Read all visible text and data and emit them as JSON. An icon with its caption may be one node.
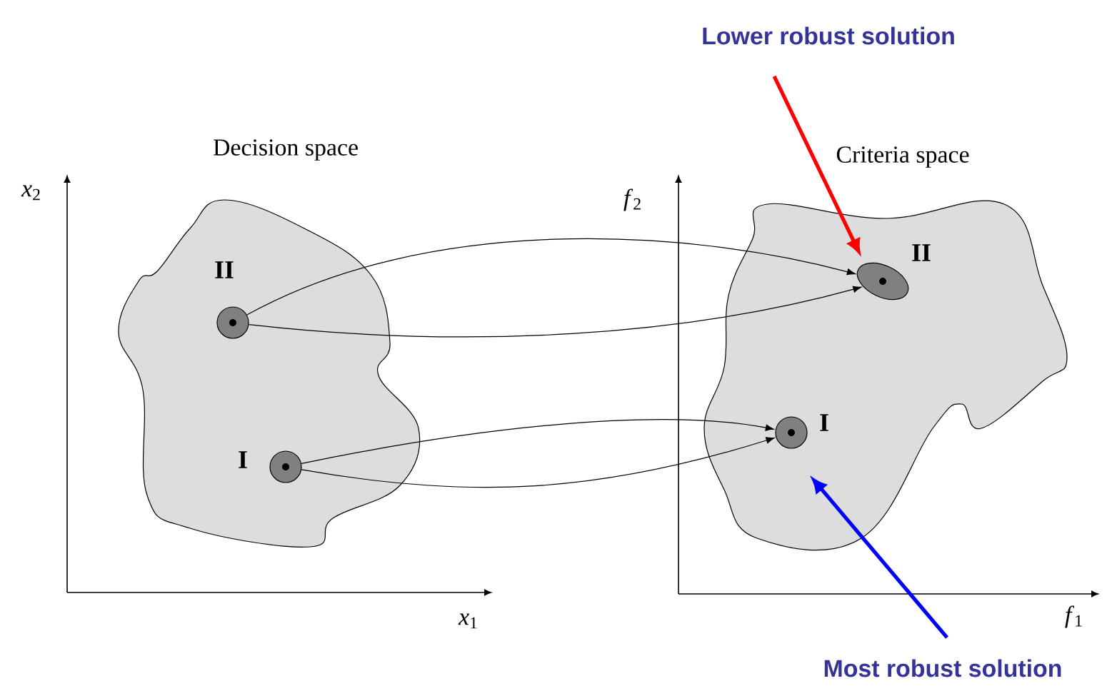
{
  "diagram": {
    "nodes": [
      {
        "text": [
          "Decision space"
        ]
      },
      {
        "text": [],
        "shape": "circle",
        "beside": [
          "II"
        ],
        "in": 0
      },
      {
        "text": [],
        "shape": "circle",
        "beside": [
          "I"
        ],
        "in": 0
      },
      {
        "text": [
          "Criteria space"
        ]
      },
      {
        "text": [],
        "shape": "ellipse",
        "beside": [
          "II"
        ],
        "in": 3
      },
      {
        "text": [],
        "shape": "circle",
        "beside": [
          "I"
        ],
        "in": 3
      },
      {
        "text": [
          "Lower robust solution"
        ]
      },
      {
        "text": [
          "Most robust solution"
        ]
      }
    ],
    "edges": [
      {
        "from": 1,
        "to": 4,
        "arrow": "to"
      },
      {
        "from": 1,
        "to": 4,
        "arrow": "to"
      },
      {
        "from": 2,
        "to": 5,
        "arrow": "to"
      },
      {
        "from": 2,
        "to": 5,
        "arrow": "to"
      },
      {
        "from": 6,
        "to": 4,
        "arrow": "to",
        "style": "thick",
        "color": "#ff0000"
      },
      {
        "from": 7,
        "to": 5,
        "arrow": "to",
        "style": "thick",
        "color": "#0000ff"
      }
    ],
    "labels": [
      "*x*$_{2}$",
      "*x*$_{1}$",
      "*f*$_{2}$",
      "*f*$_{1}$"
    ]
  }
}
